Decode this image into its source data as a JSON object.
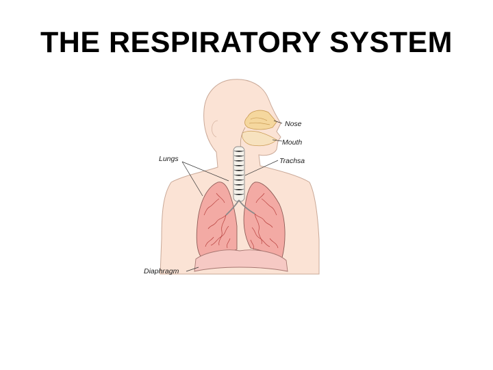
{
  "slide": {
    "title": "THE RESPIRATORY SYSTEM"
  },
  "diagram": {
    "labels": {
      "nose": "Nose",
      "mouth": "Mouth",
      "trachea": "Trachsa",
      "lungs": "Lungs",
      "diaphragm": "Diaphragm"
    },
    "colors": {
      "skin": "#fbe3d5",
      "skin_outline": "#c9a897",
      "nasal_cavity": "#f5d79e",
      "lung_fill": "#f3aaa4",
      "lung_vessels": "#b8413e",
      "diaphragm": "#f6c9c4",
      "trachea": "#f4f1ea"
    }
  }
}
